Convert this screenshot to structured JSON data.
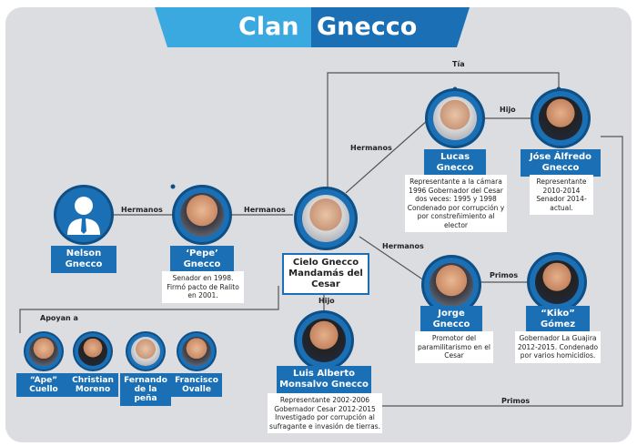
{
  "title": {
    "part1": "Clan",
    "part2": "Gnecco"
  },
  "colors": {
    "accent": "#1a6fb5",
    "accent_dark": "#0e4f86",
    "panel": "#dcdde0",
    "banner_light": "#3aa9e0"
  },
  "edges": {
    "tia": "Tía",
    "hijo_top": "Hijo",
    "hermanos_top": "Hermanos",
    "hermanos_nelson": "Hermanos",
    "hermanos_pepe": "Hermanos",
    "hermanos_jorge": "Hermanos",
    "primos_kiko": "Primos",
    "hijo_luis": "Hijo",
    "apoyan": "Apoyan a",
    "primos_bottom": "Primos"
  },
  "people": {
    "nelson": {
      "name": "Nelson Gnecco",
      "icon": "person-icon"
    },
    "pepe": {
      "name": "‘Pepe’ Gnecco",
      "desc": "Senador en 1998. Firmó pacto de Ralito en 2001."
    },
    "cielo": {
      "name": "Cielo Gnecco Mandamás del Cesar"
    },
    "lucas": {
      "name": "Lucas Gnecco",
      "desc": "Representante a la cámara 1996 Gobernador del Cesar dos veces: 1995 y 1998 Condenado por corrupción y por constreñimiento al elector"
    },
    "jose": {
      "name": "Jóse Álfredo Gnecco",
      "desc": "Representante 2010-2014 Senador 2014-actual."
    },
    "jorge": {
      "name": "Jorge Gnecco",
      "desc": "Promotor del paramilitarismo en el Cesar"
    },
    "kiko": {
      "name": "“Kiko” Gómez",
      "desc": "Gobernador La Guajira 2012-2015. Condenado por varios homicidios."
    },
    "luis": {
      "name": "Luis Alberto Monsalvo Gnecco",
      "desc": "Representante 2002-2006 Gobernador Cesar 2012-2015 Investigado por corrupción al sufragante e invasión de tierras."
    },
    "ape": {
      "name": "“Ape” Cuello"
    },
    "christian": {
      "name": "Christian Moreno"
    },
    "fernando": {
      "name": "Fernando de la peña"
    },
    "francisco": {
      "name": "Francisco Ovalle"
    }
  }
}
